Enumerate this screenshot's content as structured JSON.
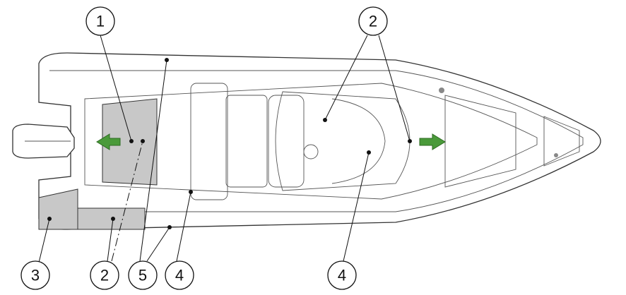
{
  "callouts": [
    {
      "id": "callout-1",
      "label": "1"
    },
    {
      "id": "callout-2-top",
      "label": "2"
    },
    {
      "id": "callout-3",
      "label": "3"
    },
    {
      "id": "callout-2-bottom",
      "label": "2"
    },
    {
      "id": "callout-5",
      "label": "5"
    },
    {
      "id": "callout-4-left",
      "label": "4"
    },
    {
      "id": "callout-4-right",
      "label": "4"
    }
  ],
  "colors": {
    "shade": "#c8c8c8",
    "arrow": "#4a9a3a"
  }
}
